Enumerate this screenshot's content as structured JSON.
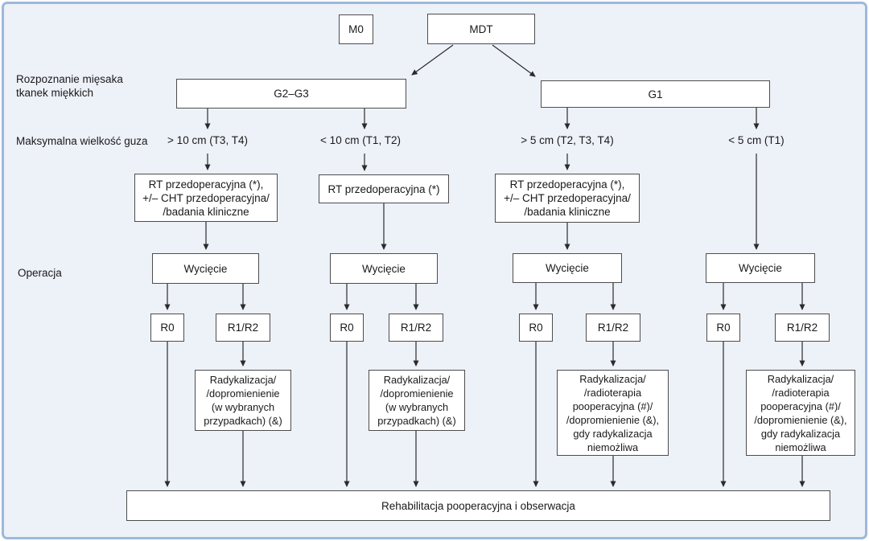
{
  "colors": {
    "canvas_background": "#edf1f8",
    "frame_border": "#9db9da",
    "box_background": "#ffffff",
    "box_border": "#4d4d4d",
    "text": "#1a1a1a",
    "arrow": "#2b2b2b"
  },
  "row_labels": {
    "diagnosis": "Rozpoznanie mięsaka\ntkanek miękkich",
    "tumor_size": "Maksymalna wielkość guza",
    "operation": "Operacja"
  },
  "nodes": {
    "m0": "M0",
    "mdt": "MDT",
    "g2_g3": "G2–G3",
    "g1": "G1",
    "size_gt10": "> 10 cm (T3, T4)",
    "size_lt10": "< 10 cm (T1, T2)",
    "size_gt5": "> 5 cm (T2, T3, T4)",
    "size_lt5": "< 5 cm (T1)",
    "rt_cht_preop": "RT przedoperacyjna (*),\n+/– CHT przedoperacyjna/\n/badania kliniczne",
    "rt_preop": "RT przedoperacyjna (*)",
    "excision": "Wycięcie",
    "r0": "R0",
    "r1_r2": "R1/R2",
    "radicalization_selected": "Radykalizacja/\n/dopromienienie\n(w wybranych\nprzypadkach) (&)",
    "radicalization_postop": "Radykalizacja/\n/radioterapia\npooperacyjna (#)/\n/dopromienienie (&),\ngdy radykalizacja\nniemożliwa",
    "rehabilitation": "Rehabilitacja pooperacyjna i obserwacja"
  }
}
